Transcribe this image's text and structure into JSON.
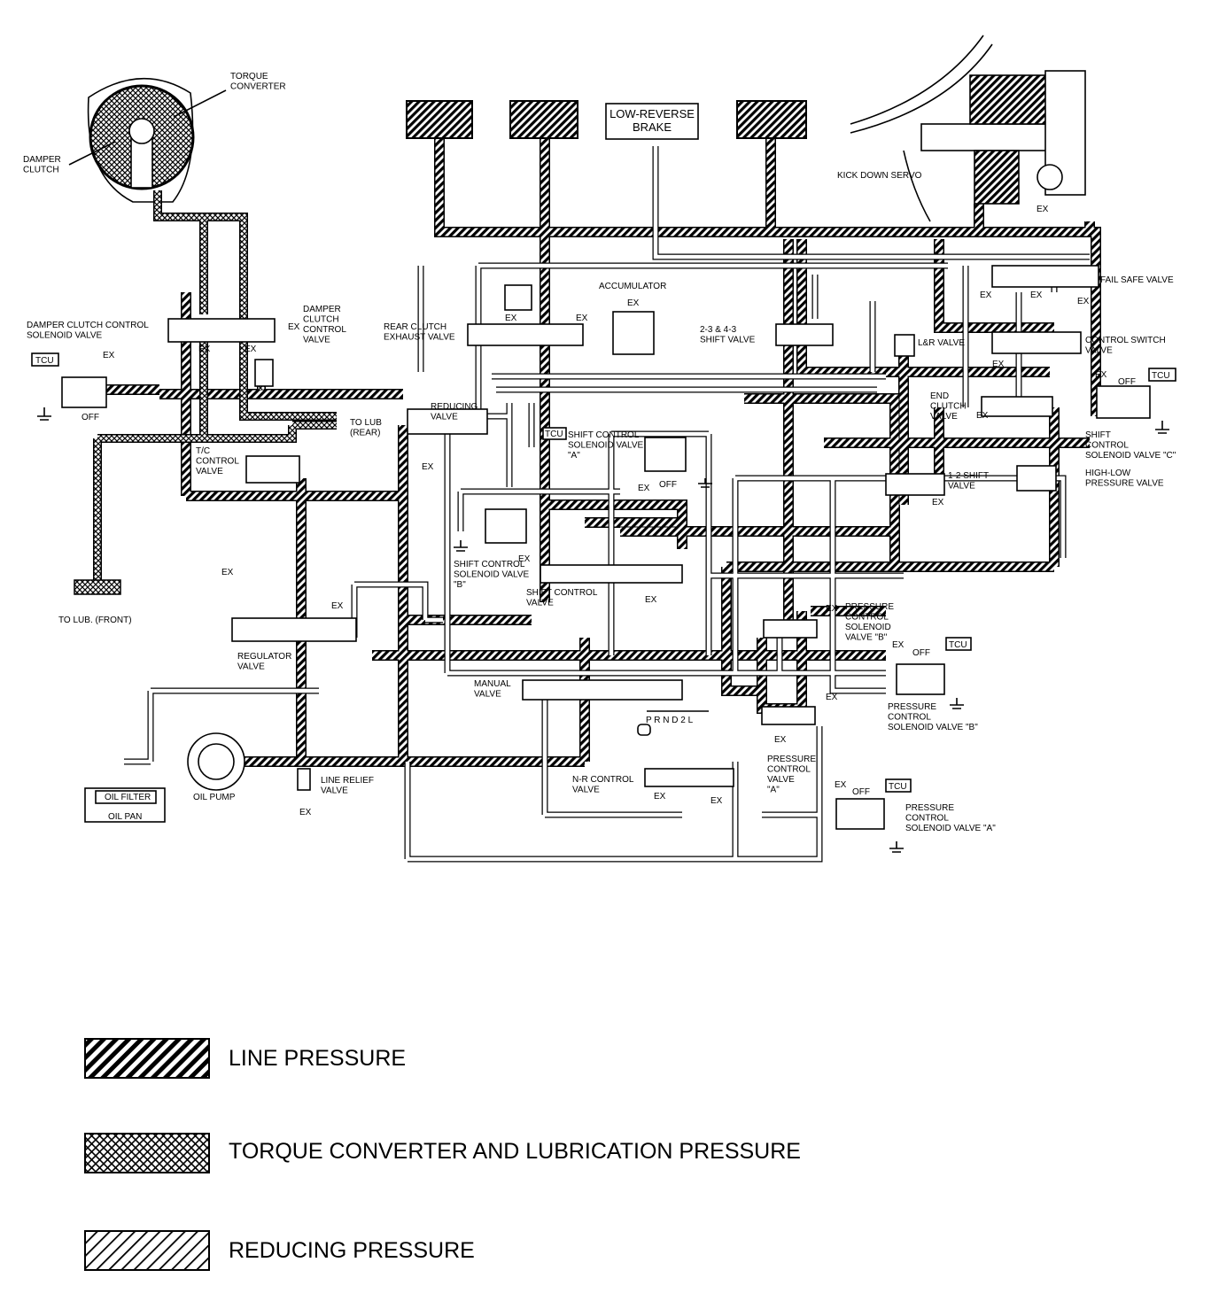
{
  "diagram": {
    "components": {
      "torque_converter": "TORQUE\nCONVERTER",
      "damper_clutch": "DAMPER\nCLUTCH",
      "damper_clutch_control_solenoid": "DAMPER CLUTCH CONTROL\nSOLENOID VALVE",
      "damper_clutch_control_valve": "DAMPER\nCLUTCH\nCONTROL\nVALVE",
      "tc_control_valve": "T/C\nCONTROL\nVALVE",
      "to_lub_rear": "TO LUB\n(REAR)",
      "to_lub_front": "TO LUB. (FRONT)",
      "regulator_valve": "REGULATOR\nVALVE",
      "oil_filter": "OIL FILTER",
      "oil_pan": "OIL PAN",
      "oil_pump": "OIL PUMP",
      "line_relief_valve": "LINE RELIEF\nVALVE",
      "reducing_valve": "REDUCING\nVALVE",
      "rear_clutch_exhaust_valve": "REAR CLUTCH\nEXHAUST VALVE",
      "accumulator": "ACCUMULATOR",
      "low_reverse_brake": "LOW-REVERSE\nBRAKE",
      "shift_valve_23_43": "2-3 & 4-3\nSHIFT VALVE",
      "lr_valve": "L&R VALVE",
      "kick_down_servo": "KICK DOWN SERVO",
      "fail_safe_valve": "FAIL SAFE VALVE",
      "control_switch_valve": "CONTROL SWITCH\nVALVE",
      "end_clutch_valve": "END\nCLUTCH\nVALVE",
      "shift_control_solenoid_a": "SHIFT CONTROL\nSOLENOID VALVE\n\"A\"",
      "shift_control_solenoid_b": "SHIFT CONTROL\nSOLENOID VALVE\n\"B\"",
      "shift_control_solenoid_c": "SHIFT\nCONTROL\nSOLENOID VALVE \"C\"",
      "shift_control_valve": "SHIFT CONTROL\nVALVE",
      "shift_valve_12": "1-2 SHIFT\nVALVE",
      "high_low_pressure_valve": "HIGH-LOW\nPRESSURE VALVE",
      "manual_valve": "MANUAL\nVALVE",
      "gear_positions": "P  R  N  D  2  L",
      "nr_control_valve": "N-R CONTROL\nVALVE",
      "pressure_control_valve_b": "PRESSURE\nCONTROL\nSOLENOID\nVALVE \"B\"",
      "pressure_control_solenoid_b": "PRESSURE\nCONTROL\nSOLENOID VALVE \"B\"",
      "pressure_control_valve_a": "PRESSURE\nCONTROL\nVALVE\n\"A\"",
      "pressure_control_solenoid_a": "PRESSURE\nCONTROL\nSOLENOID VALVE \"A\""
    },
    "tags": {
      "tcu": "TCU",
      "ex": "EX",
      "off": "OFF"
    }
  },
  "legend": {
    "line_pressure": "LINE PRESSURE",
    "tc_lube_pressure": "TORQUE CONVERTER AND LUBRICATION PRESSURE",
    "reducing_pressure": "REDUCING PRESSURE"
  }
}
